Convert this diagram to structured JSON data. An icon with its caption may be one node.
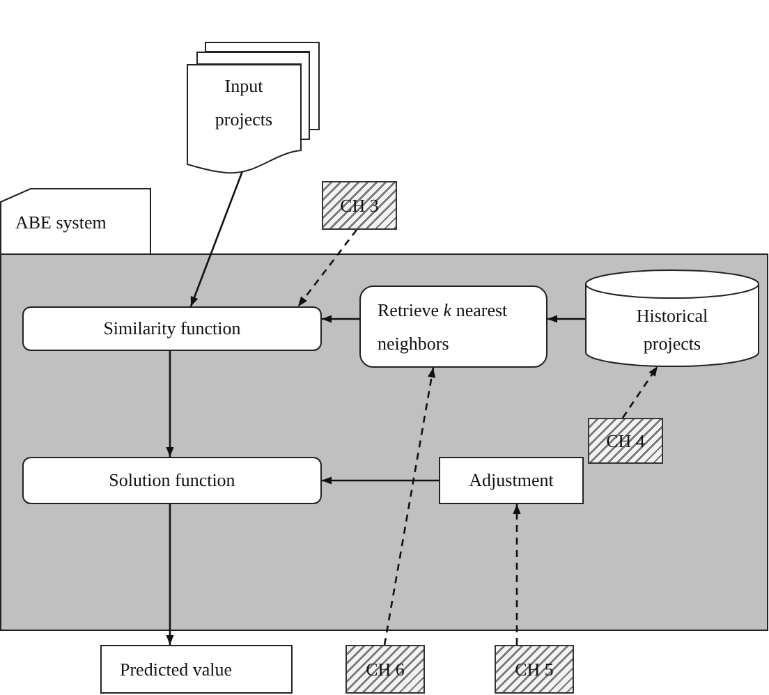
{
  "diagram": {
    "nodes": [
      {
        "text": [
          "Input projects"
        ]
      },
      {
        "text": [
          "ABE system"
        ]
      },
      {
        "text": [
          "CH 3"
        ]
      },
      {
        "text": [
          "Similarity function"
        ],
        "in": 1
      },
      {
        "text": [
          "Retrieve *k* nearest neighbors"
        ],
        "in": 1
      },
      {
        "text": [
          "Historical projects"
        ],
        "in": 1
      },
      {
        "text": [
          "CH 4"
        ],
        "in": 1
      },
      {
        "text": [
          "Solution function"
        ],
        "in": 1
      },
      {
        "text": [
          "Adjustment"
        ],
        "in": 1
      },
      {
        "text": [
          "Predicted value"
        ]
      },
      {
        "text": [
          "CH 6"
        ]
      },
      {
        "text": [
          "CH 5"
        ]
      }
    ],
    "edges": [
      {
        "from": 0,
        "to": 3,
        "arrow": "to"
      },
      {
        "from": 2,
        "to": 3,
        "arrow": "to",
        "style": "dashed"
      },
      {
        "from": 4,
        "to": 3,
        "arrow": "to"
      },
      {
        "from": 5,
        "to": 4,
        "arrow": "to"
      },
      {
        "from": 6,
        "to": 5,
        "arrow": "to",
        "style": "dashed"
      },
      {
        "from": 3,
        "to": 7,
        "arrow": "to"
      },
      {
        "from": 8,
        "to": 7,
        "arrow": "to"
      },
      {
        "from": 7,
        "to": 9,
        "arrow": "to"
      },
      {
        "from": 10,
        "to": 4,
        "arrow": "to",
        "style": "dashed"
      },
      {
        "from": 11,
        "to": 8,
        "arrow": "to",
        "style": "dashed"
      }
    ]
  }
}
